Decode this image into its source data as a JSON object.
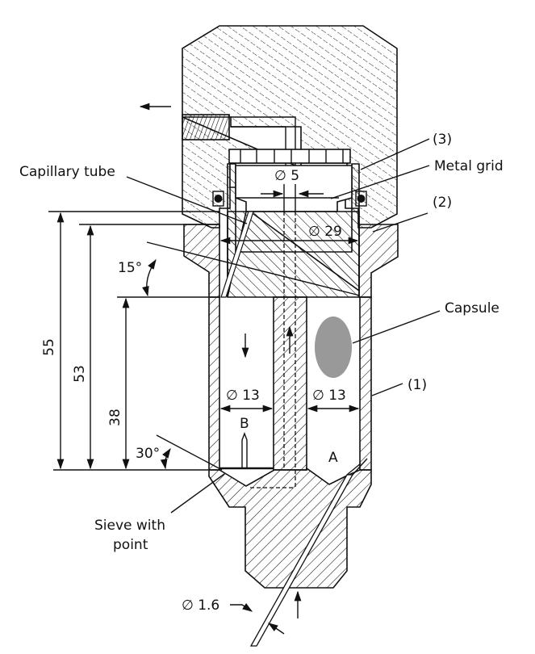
{
  "figure": {
    "labels": {
      "capillary_tube": "Capillary tube",
      "metal_grid": "Metal grid",
      "capsule": "Capsule",
      "sieve_line1": "Sieve with",
      "sieve_line2": "point",
      "part_1": "(1)",
      "part_2": "(2)",
      "part_3": "(3)",
      "chamber_a": "A",
      "chamber_b": "B"
    },
    "dimensions": {
      "dia_5": "∅ 5",
      "dia_29": "∅ 29",
      "dia_13_left": "∅ 13",
      "dia_13_right": "∅ 13",
      "dia_1_6": "∅ 1.6",
      "height_55": "55",
      "height_53": "53",
      "height_38": "38",
      "angle_15": "15°",
      "angle_30": "30°"
    },
    "colors": {
      "line": "#111111",
      "capsule_fill": "#999999",
      "background": "#ffffff"
    }
  }
}
